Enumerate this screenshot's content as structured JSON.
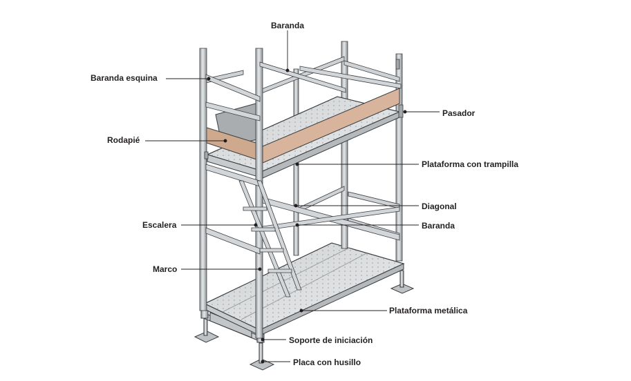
{
  "diagram": {
    "colors": {
      "tube": "#c9ccce",
      "tube_shadow": "#8e9295",
      "outline": "#3a3d40",
      "deck": "#d9dbdc",
      "toeboard": "#d7b49b",
      "leader": "#231f20"
    },
    "labels": {
      "baranda_top": "Baranda",
      "baranda_esquina": "Baranda esquina",
      "pasador": "Pasador",
      "rodapie": "Rodapié",
      "plataforma_trampilla": "Plataforma con trampilla",
      "diagonal": "Diagonal",
      "escalera": "Escalera",
      "baranda_mid": "Baranda",
      "marco": "Marco",
      "plataforma_metalica": "Plataforma metálica",
      "soporte_iniciacion": "Soporte de iniciación",
      "placa_husillo": "Placa con husillo"
    }
  }
}
